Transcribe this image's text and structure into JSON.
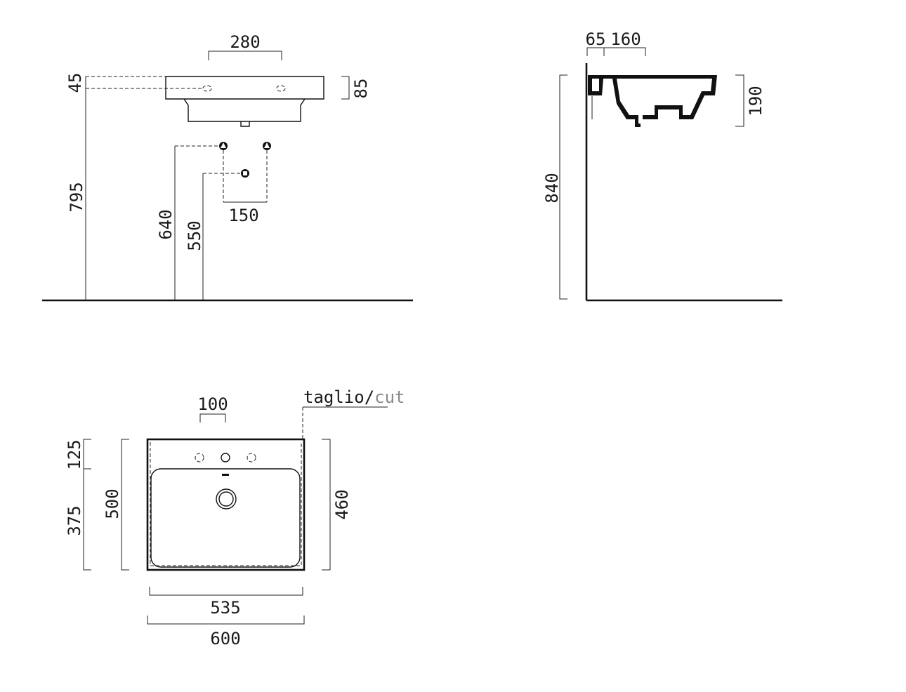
{
  "front_view": {
    "dims": {
      "width_280": "280",
      "height_45": "45",
      "height_85": "85",
      "height_795": "795",
      "height_640": "640",
      "height_550": "550",
      "spacing_150": "150"
    }
  },
  "side_view": {
    "dims": {
      "depth_65": "65",
      "depth_160": "160",
      "height_190": "190",
      "height_840": "840"
    }
  },
  "top_view": {
    "dims": {
      "hole_100": "100",
      "depth_125": "125",
      "depth_375": "375",
      "depth_500": "500",
      "depth_460": "460",
      "width_535": "535",
      "width_600": "600"
    },
    "cut_label": {
      "main": "taglio/",
      "accent": "cut"
    },
    "colors": {
      "accent_grey": "#8a8a8a"
    }
  }
}
